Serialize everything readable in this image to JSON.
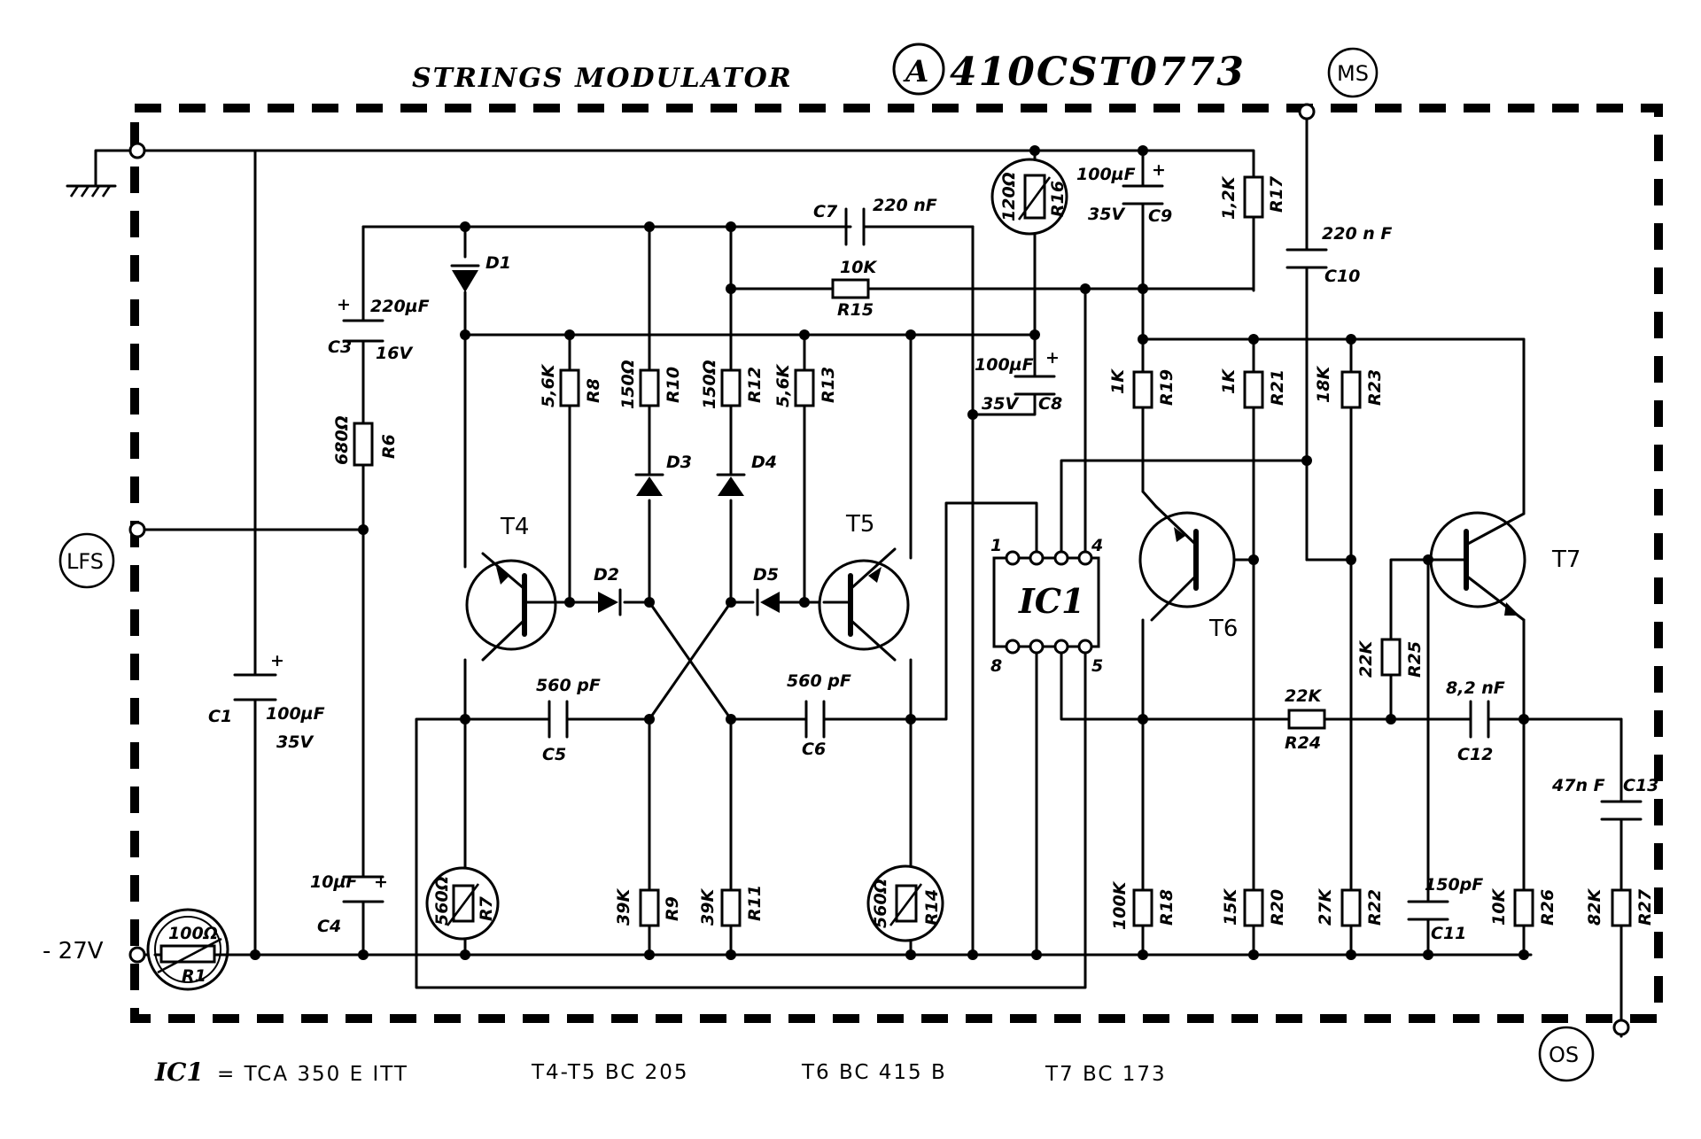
{
  "title": "STRINGS MODULATOR",
  "part_letter": "A",
  "part_number": "410CST0773",
  "ports": {
    "ms": "MS",
    "lfs": "LFS",
    "os": "OS",
    "supply": "- 27V"
  },
  "components": {
    "c1": "C1",
    "c1_val": "100µF",
    "c1_v": "35V",
    "c3": "C3",
    "c3_val": "220µF",
    "c3_v": "16V",
    "c4": "C4",
    "c4_val": "10µF",
    "c5": "C5",
    "c5_val": "560 pF",
    "c6": "C6",
    "c6_val": "560 pF",
    "c7": "C7",
    "c7_val": "220 nF",
    "c8": "C8",
    "c8_val": "100µF",
    "c8_v": "35V",
    "c9": "C9",
    "c9_val": "100µF",
    "c9_v": "35V",
    "c10": "C10",
    "c10_val": "220 n F",
    "c11": "C11",
    "c11_val": "150pF",
    "c12": "C12",
    "c12_val": "8,2 nF",
    "c13": "C13",
    "c13_val": "47n F",
    "r1": "R1",
    "r1_val": "100Ω",
    "r6": "R6",
    "r6_val": "680Ω",
    "r7": "R7",
    "r7_val": "560Ω",
    "r8": "R8",
    "r8_val": "5,6K",
    "r9": "R9",
    "r9_val": "39K",
    "r10": "R10",
    "r10_val": "150Ω",
    "r11": "R11",
    "r11_val": "39K",
    "r12": "R12",
    "r12_val": "150Ω",
    "r13": "R13",
    "r13_val": "5,6K",
    "r14": "R14",
    "r14_val": "560Ω",
    "r15": "R15",
    "r15_val": "10K",
    "r16": "R16",
    "r16_val": "120Ω",
    "r17": "R17",
    "r17_val": "1,2K",
    "r18": "R18",
    "r18_val": "100K",
    "r19": "R19",
    "r19_val": "1K",
    "r20": "R20",
    "r20_val": "15K",
    "r21": "R21",
    "r21_val": "1K",
    "r22": "R22",
    "r22_val": "27K",
    "r23": "R23",
    "r23_val": "18K",
    "r24": "R24",
    "r24_val": "22K",
    "r25": "R25",
    "r25_val": "22K",
    "r26": "R26",
    "r26_val": "10K",
    "r27": "R27",
    "r27_val": "82K",
    "d1": "D1",
    "d2": "D2",
    "d3": "D3",
    "d4": "D4",
    "d5": "D5",
    "t4": "T4",
    "t5": "T5",
    "t6": "T6",
    "t7": "T7",
    "ic1": "IC1",
    "pin1": "1",
    "pin4": "4",
    "pin5": "5",
    "pin8": "8",
    "plus": "+"
  },
  "footer": {
    "ic_label": "IC1",
    "ic_part": "= TCA 350 E ITT",
    "t4t5": "T4-T5  BC 205",
    "t6": "T6  BC 415 B",
    "t7": "T7  BC 173"
  }
}
